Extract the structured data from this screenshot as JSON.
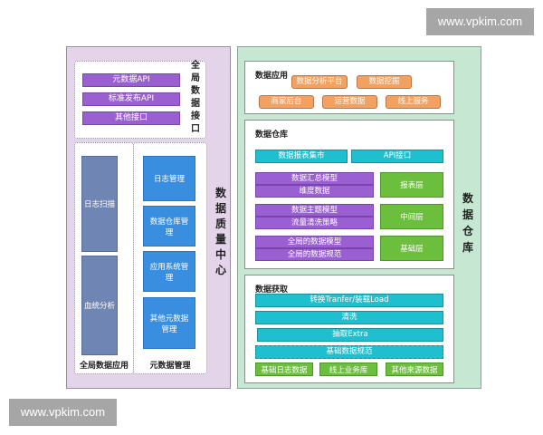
{
  "watermarks": {
    "top": "www.vpkim.com",
    "bottom": "www.vpkim.com"
  },
  "data_quality_center": {
    "title": "数据质量中心",
    "global_data_interface": {
      "label": "全局数据接口",
      "items": [
        "元数据API",
        "标准发布API",
        "其他接口"
      ]
    },
    "global_data_application": {
      "label": "全局数据应用",
      "items": [
        "日志扫描",
        "血统分析"
      ]
    },
    "metadata_management": {
      "label": "元数据管理",
      "items": [
        "日志管理",
        "数据仓库管理",
        "应用系统管理",
        "其他元数据管理"
      ]
    }
  },
  "data_warehouse": {
    "title": "数据仓库",
    "data_application": {
      "label": "数据应用",
      "items": [
        "数据分析平台",
        "数据挖掘",
        "商家后台",
        "运营数据",
        "线上服务"
      ]
    },
    "warehouse": {
      "label": "数据仓库",
      "top": [
        "数据报表集市",
        "API接口"
      ],
      "layers": [
        {
          "models": [
            "数据汇总模型",
            "维度数据"
          ],
          "layer": "报表层"
        },
        {
          "models": [
            "数据主题模型",
            "流量清洗策略"
          ],
          "layer": "中间层"
        },
        {
          "models": [
            "全局的数据模型",
            "全局的数据规范"
          ],
          "layer": "基础层"
        }
      ]
    },
    "data_acquisition": {
      "label": "数据获取",
      "steps": [
        "转换Tranfer/装载Load",
        "清洗",
        "抽取Extra",
        "基础数据规范"
      ],
      "sources": [
        "基础日志数据",
        "线上业务库",
        "其他来源数据"
      ]
    }
  },
  "colors": {
    "left_bg": "#e4d4ea",
    "right_bg": "#c6e8d2",
    "purple": "#9a5fd0",
    "slate_blue": "#6f86b4",
    "blue": "#3a8ee0",
    "orange": "#f2a160",
    "teal": "#1fbfcf",
    "green": "#6cbf3c"
  }
}
